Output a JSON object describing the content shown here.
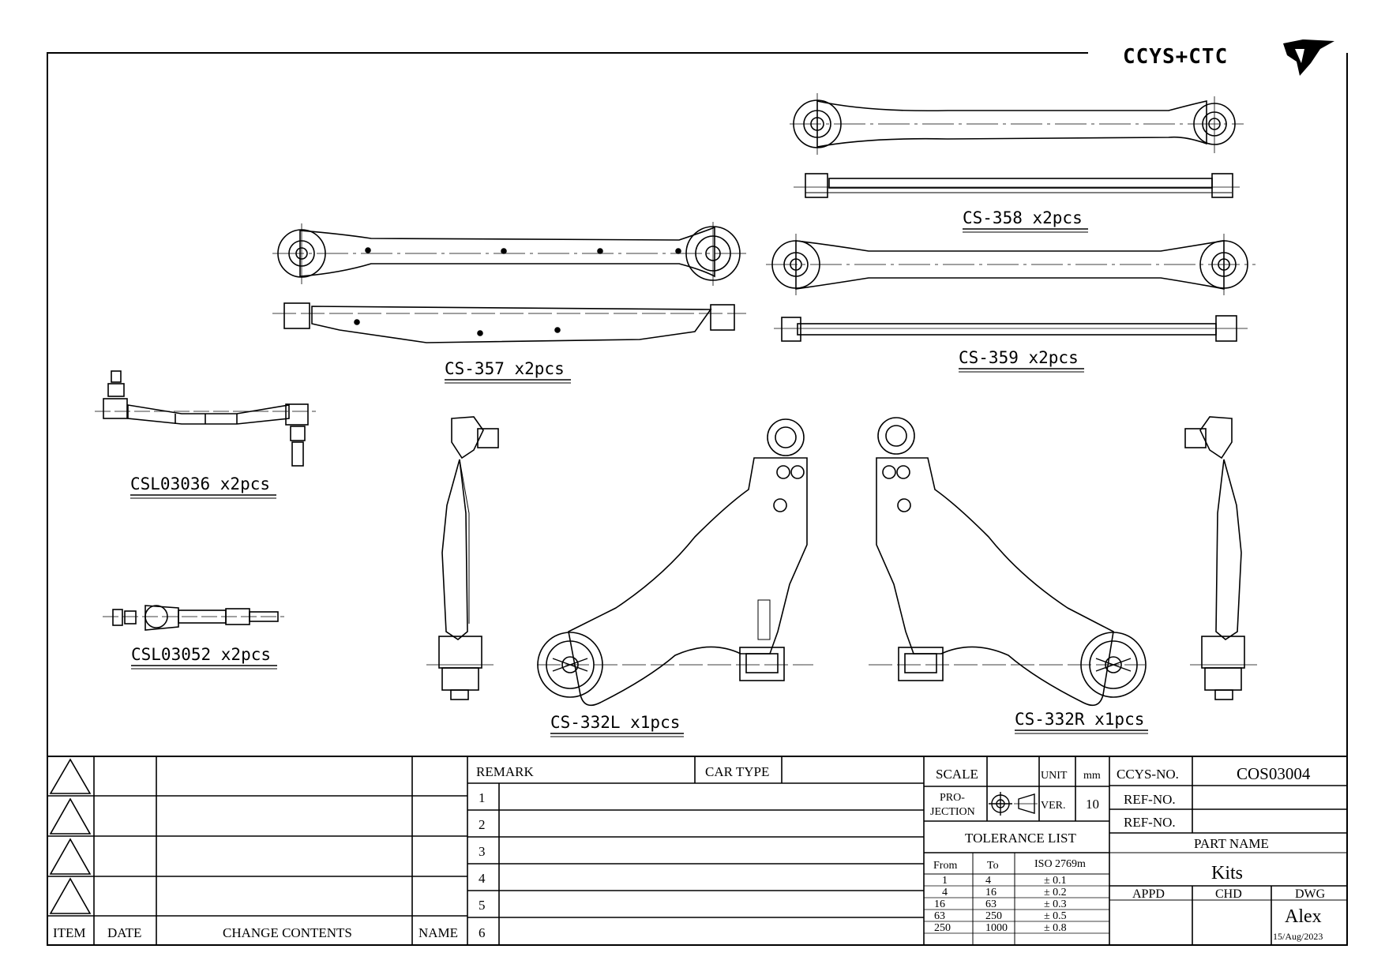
{
  "brand": {
    "logo_text": "CCYS+CTC",
    "logo_colors": {
      "ink": "#000000"
    }
  },
  "parts": [
    {
      "label": "CS-358 x2pcs"
    },
    {
      "label": "CS-357 x2pcs"
    },
    {
      "label": "CS-359 x2pcs"
    },
    {
      "label": "CSL03036 x2pcs"
    },
    {
      "label": "CSL03052 x2pcs"
    },
    {
      "label": "CS-332L x1pcs"
    },
    {
      "label": "CS-332R x1pcs"
    }
  ],
  "revision_block": {
    "headers": {
      "item": "ITEM",
      "date": "DATE",
      "change": "CHANGE CONTENTS",
      "name": "NAME"
    }
  },
  "remark_block": {
    "remark": "REMARK",
    "car_type": "CAR TYPE",
    "rows": [
      "1",
      "2",
      "3",
      "4",
      "5",
      "6"
    ]
  },
  "spec_block": {
    "scale": "SCALE",
    "unit": "UNIT",
    "unit_value": "mm",
    "projection_line1": "PRO-",
    "projection_line2": "JECTION",
    "ver": "VER.",
    "ver_value": "10",
    "tolerance_title": "TOLERANCE LIST",
    "tolerance_headers": [
      "From",
      "To",
      "ISO 2769m"
    ],
    "tolerance_rows": [
      [
        "1",
        "4",
        "± 0.1"
      ],
      [
        "4",
        "16",
        "± 0.2"
      ],
      [
        "16",
        "63",
        "± 0.3"
      ],
      [
        "63",
        "250",
        "± 0.5"
      ],
      [
        "250",
        "1000",
        "± 0.8"
      ]
    ]
  },
  "id_block": {
    "ccys_no_label": "CCYS-NO.",
    "ccys_no_value": "COS03004",
    "ref_no_1": "REF-NO.",
    "ref_no_2": "REF-NO.",
    "part_name_label": "PART NAME",
    "part_name_value": "Kits",
    "appd": "APPD",
    "chd": "CHD",
    "dwg": "DWG",
    "drawn_by": "Alex",
    "date": "15/Aug/2023"
  }
}
